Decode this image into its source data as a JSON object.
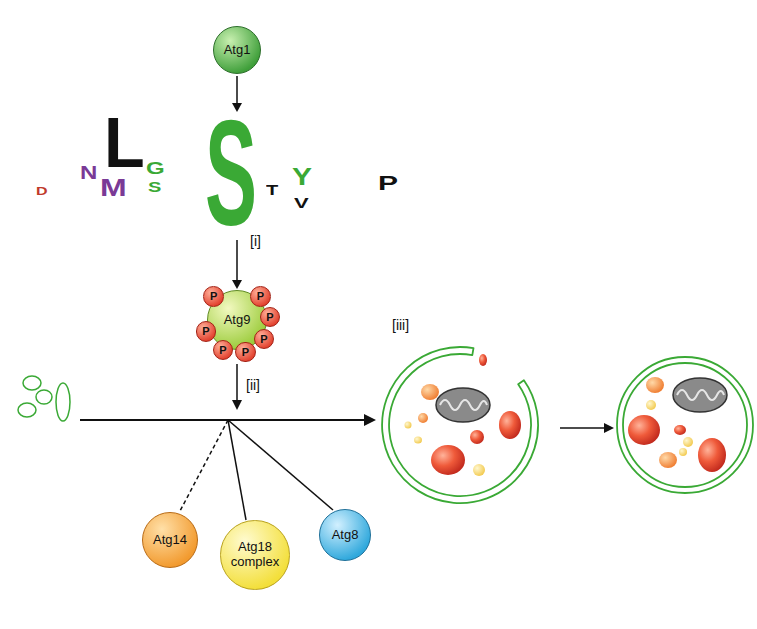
{
  "diagram": {
    "nodes": [
      {
        "text": [
          "Atg1"
        ]
      },
      {
        "text": [
          "Atg9"
        ]
      },
      {
        "text": [
          "P"
        ]
      },
      {
        "text": [
          "P"
        ]
      },
      {
        "text": [
          "P"
        ]
      },
      {
        "text": [
          "P"
        ]
      },
      {
        "text": [
          "P"
        ]
      },
      {
        "text": [
          "P"
        ]
      },
      {
        "text": [
          "P"
        ]
      },
      {
        "text": [
          "Atg14"
        ]
      },
      {
        "text": [
          "Atg18 complex"
        ]
      },
      {
        "text": [
          "Atg8"
        ]
      }
    ],
    "edges": [
      {
        "from": 0,
        "to": 1,
        "arrow": "to"
      }
    ],
    "labels": [
      "D",
      "N",
      "L",
      "M",
      "G",
      "S",
      "S",
      "T",
      "Y",
      "V",
      "P",
      "[i]",
      "[ii]",
      "[iii]"
    ]
  }
}
